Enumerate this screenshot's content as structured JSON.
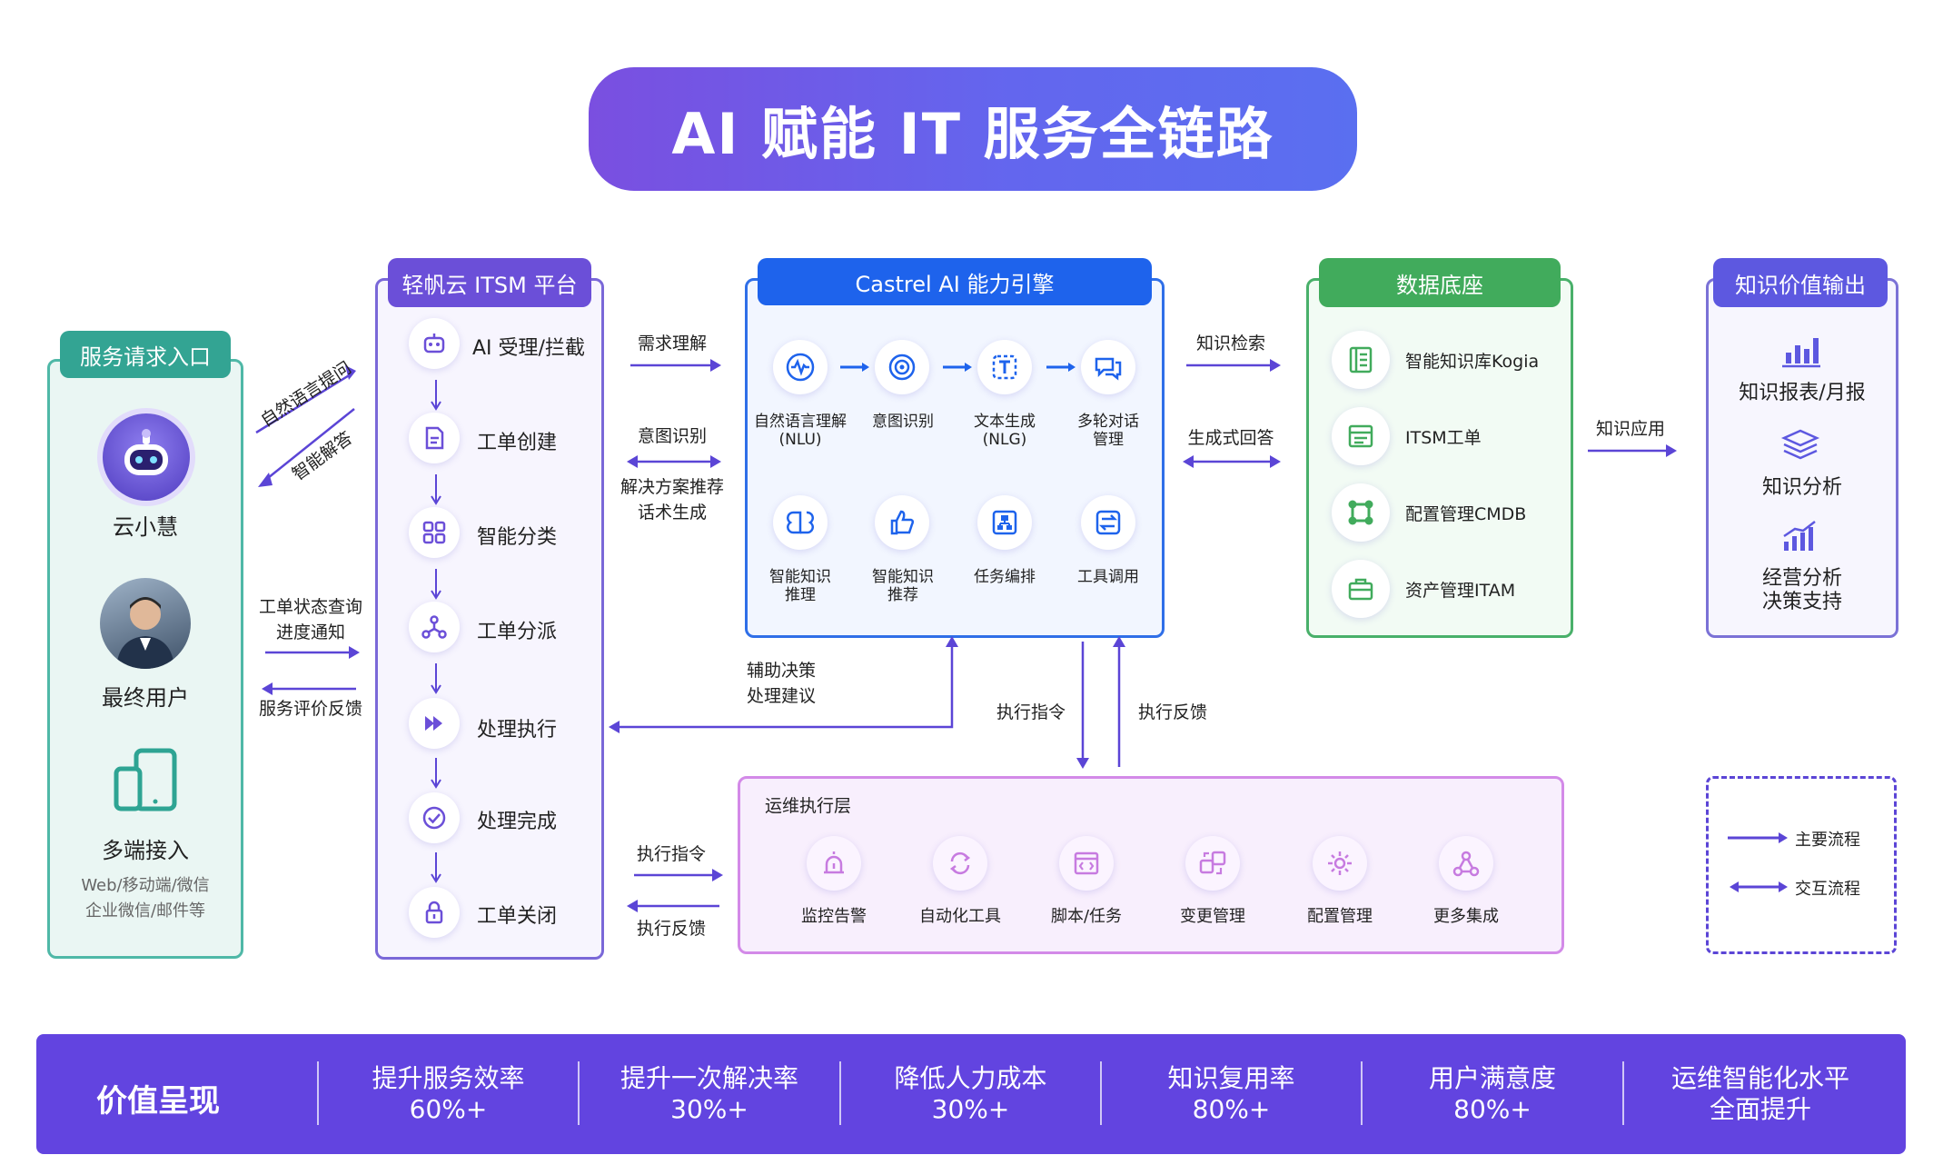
{
  "title": "AI 赋能 IT 服务全链路",
  "entry": {
    "header": "服务请求入口",
    "bot": "云小慧",
    "user": "最终用户",
    "multi": "多端接入",
    "multi_sub": [
      "Web/移动端/微信",
      "企业微信/邮件等"
    ]
  },
  "itsm": {
    "header": "轻帆云 ITSM 平台",
    "steps": [
      "AI 受理/拦截",
      "工单创建",
      "智能分类",
      "工单分派",
      "处理执行",
      "处理完成",
      "工单关闭"
    ]
  },
  "engine": {
    "header": "Castrel AI 能力引擎",
    "row1": [
      {
        "label": "自然语言理解",
        "sub": "(NLU)"
      },
      {
        "label": "意图识别",
        "sub": ""
      },
      {
        "label": "文本生成",
        "sub": "(NLG)"
      },
      {
        "label": "多轮对话",
        "sub": "管理"
      }
    ],
    "row2": [
      {
        "label": "智能知识",
        "sub": "推理"
      },
      {
        "label": "智能知识",
        "sub": "推荐"
      },
      {
        "label": "任务编排",
        "sub": ""
      },
      {
        "label": "工具调用",
        "sub": ""
      }
    ]
  },
  "data": {
    "header": "数据底座",
    "items": [
      "智能知识库Kogia",
      "ITSM工单",
      "配置管理CMDB",
      "资产管理ITAM"
    ]
  },
  "knowledge": {
    "header": "知识价值输出",
    "items": [
      "知识报表/月报",
      "知识分析",
      "经营分析",
      "决策支持"
    ]
  },
  "ops": {
    "title": "运维执行层",
    "items": [
      "监控告警",
      "自动化工具",
      "脚本/任务",
      "变更管理",
      "配置管理",
      "更多集成"
    ]
  },
  "flows": {
    "nl_ask": "自然语言提问",
    "smart_answer": "智能解答",
    "status_1": "工单状态查询",
    "status_2": "进度通知",
    "feedback": "服务评价反馈",
    "demand": "需求理解",
    "intent": "意图识别",
    "solution_1": "解决方案推荐",
    "solution_2": "话术生成",
    "assist_1": "辅助决策",
    "assist_2": "处理建议",
    "exec_cmd": "执行指令",
    "exec_fb": "执行反馈",
    "exec_cmd2": "执行指令",
    "exec_fb2": "执行反馈",
    "kn_search": "知识检索",
    "gen_answer": "生成式回答",
    "kn_apply": "知识应用"
  },
  "legend": {
    "main": "主要流程",
    "interactive": "交互流程"
  },
  "values": {
    "label": "价值呈现",
    "items": [
      {
        "name": "提升服务效率",
        "value": "60%+"
      },
      {
        "name": "提升一次解决率",
        "value": "30%+"
      },
      {
        "name": "降低人力成本",
        "value": "30%+"
      },
      {
        "name": "知识复用率",
        "value": "80%+"
      },
      {
        "name": "用户满意度",
        "value": "80%+"
      },
      {
        "name": "运维智能化水平",
        "value": "全面提升"
      }
    ]
  },
  "colors": {
    "teal": "#33a493",
    "purple": "#6b4fd8",
    "blue": "#1e63ec",
    "green": "#41ab5c",
    "violet": "#5d58e0",
    "arrow": "#5b45d6"
  }
}
